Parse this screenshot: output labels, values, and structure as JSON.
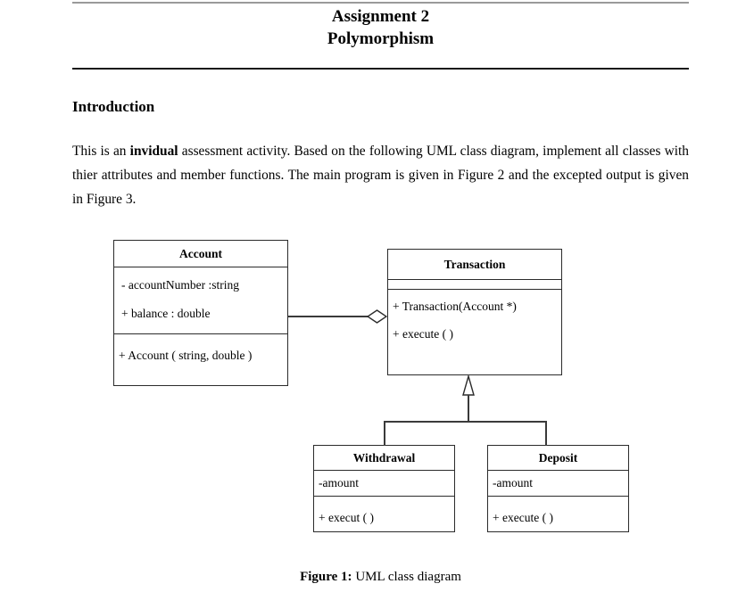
{
  "document": {
    "title_line_1": "Assignment 2",
    "title_line_2": "Polymorphism",
    "section_heading": "Introduction",
    "intro": {
      "part_1": "This is an ",
      "emphasis": "invidual",
      "part_2": " assessment activity. Based on the following  UML class diagram, implement  all classes with thier attributes and member functions. The main program is given in Figure 2 and the excepted output is given in Figure 3."
    },
    "figure_caption": {
      "label": "Figure 1:",
      "text": " UML class diagram"
    }
  },
  "diagram": {
    "type": "uml-class-diagram",
    "classes": {
      "account": {
        "name": "Account",
        "attributes": [
          "- accountNumber :string",
          "+  balance : double"
        ],
        "operations": [
          "+ Account ( string, double )"
        ]
      },
      "transaction": {
        "name": "Transaction",
        "attributes": [],
        "operations": [
          "+ Transaction(Account *)",
          "+ execute ( )"
        ]
      },
      "withdrawal": {
        "name": "Withdrawal",
        "attributes": [
          "-amount"
        ],
        "operations": [
          "+ execut ( )"
        ]
      },
      "deposit": {
        "name": "Deposit",
        "attributes": [
          "-amount"
        ],
        "operations": [
          "+ execute ( )"
        ]
      }
    },
    "relationships": [
      {
        "kind": "aggregation",
        "from": "Transaction",
        "to": "Account",
        "notation": "hollow-diamond"
      },
      {
        "kind": "generalization",
        "from": "Withdrawal",
        "to": "Transaction",
        "notation": "hollow-triangle"
      },
      {
        "kind": "generalization",
        "from": "Deposit",
        "to": "Transaction",
        "notation": "hollow-triangle"
      }
    ]
  },
  "colors": {
    "text": "#000000",
    "line": "#2b2b2b",
    "rule_top": "#9a9a9a",
    "rule_bottom": "#1a1a1a",
    "page_background": "#ffffff"
  }
}
